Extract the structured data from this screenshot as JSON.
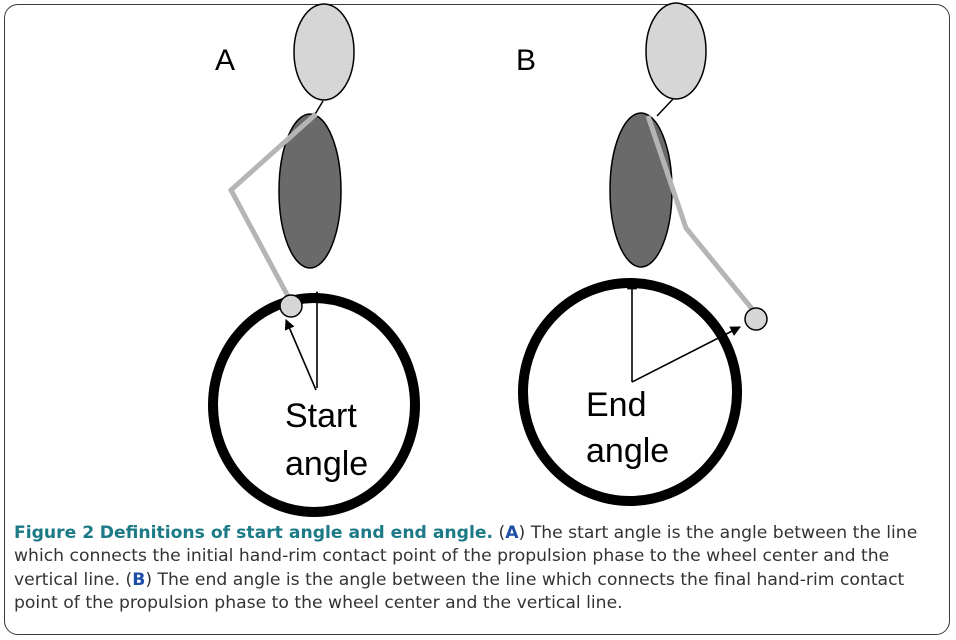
{
  "panels": [
    {
      "letter": "A",
      "label_line1": "Start",
      "label_line2": "angle"
    },
    {
      "letter": "B",
      "label_line1": "End",
      "label_line2": "angle"
    }
  ],
  "caption": {
    "figure_label": "Figure 2",
    "title": "Definitions of start angle and end angle.",
    "panel_a_ref": "A",
    "panel_a_text": "The start angle is the angle between the line which connects the initial hand-rim contact point of the propulsion phase to the wheel center and the vertical line.",
    "panel_b_ref": "B",
    "panel_b_text": "The end angle is the angle between the line which connects the final hand-rim contact point of the propulsion phase to the wheel center and the vertical line."
  },
  "colors": {
    "head_fill": "#d6d6d6",
    "torso_fill": "#6a6a6a",
    "arm_stroke": "#b5b5b5",
    "wheel_stroke": "#000000",
    "caption_title": "#1c7a87",
    "caption_ref": "#1e4ea8",
    "caption_text": "#333333",
    "frame_border": "#3a3a3a"
  }
}
